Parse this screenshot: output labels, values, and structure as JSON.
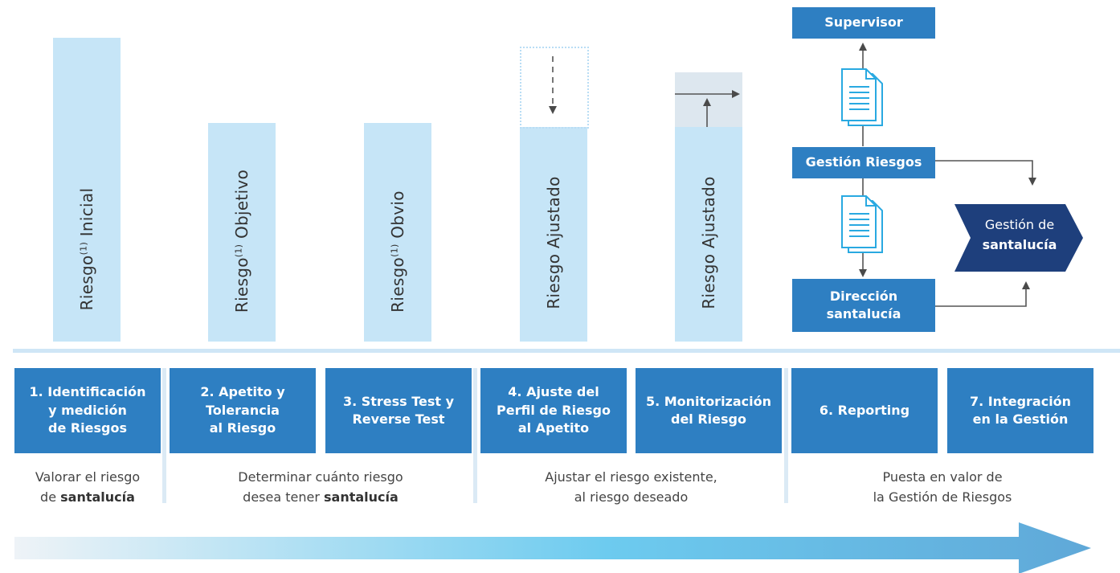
{
  "bars": [
    {
      "label_main": "Riesgo",
      "label_sup": "(1)",
      "label_tail": " Inicial"
    },
    {
      "label_main": "Riesgo",
      "label_sup": "(1)",
      "label_tail": " Objetivo"
    },
    {
      "label_main": "Riesgo",
      "label_sup": "(1)",
      "label_tail": " Obvio"
    },
    {
      "label_main": "Riesgo Ajustado"
    },
    {
      "label_main": "Riesgo Ajustado"
    }
  ],
  "flow": {
    "supervisor": "Supervisor",
    "gestion_riesgos": "Gestión Riesgos",
    "direccion_line1": "Dirección",
    "direccion_line2": "santalucía",
    "gestion_line1": "Gestión de",
    "gestion_line2": "santalucía"
  },
  "steps": [
    "1. Identificación\ny medición\nde Riesgos",
    "2. Apetito y\nTolerancia\nal Riesgo",
    "3. Stress Test y\nReverse Test",
    "4. Ajuste del\nPerfil de Riesgo\nal Apetito",
    "5. Monitorización\ndel Riesgo",
    "6. Reporting",
    "7. Integración\nen la Gestión"
  ],
  "descriptions": [
    {
      "line1": "Valorar el riesgo",
      "line2_pre": "de ",
      "line2_bold": "santalucía",
      "line2_post": ""
    },
    {
      "line1": "Determinar cuánto riesgo",
      "line2_pre": "desea tener ",
      "line2_bold": "santalucía",
      "line2_post": ""
    },
    {
      "line1": "Ajustar el riesgo existente,",
      "line2_pre": "al riesgo deseado",
      "line2_bold": "",
      "line2_post": ""
    },
    {
      "line1": "Puesta en valor de",
      "line2_pre": "la Gestión de Riesgos",
      "line2_bold": "",
      "line2_post": ""
    }
  ],
  "colors": {
    "bar": "#c6e5f7",
    "box": "#2e7fc2",
    "chevron": "#1e3f7c",
    "doc": "#29a9e1"
  }
}
